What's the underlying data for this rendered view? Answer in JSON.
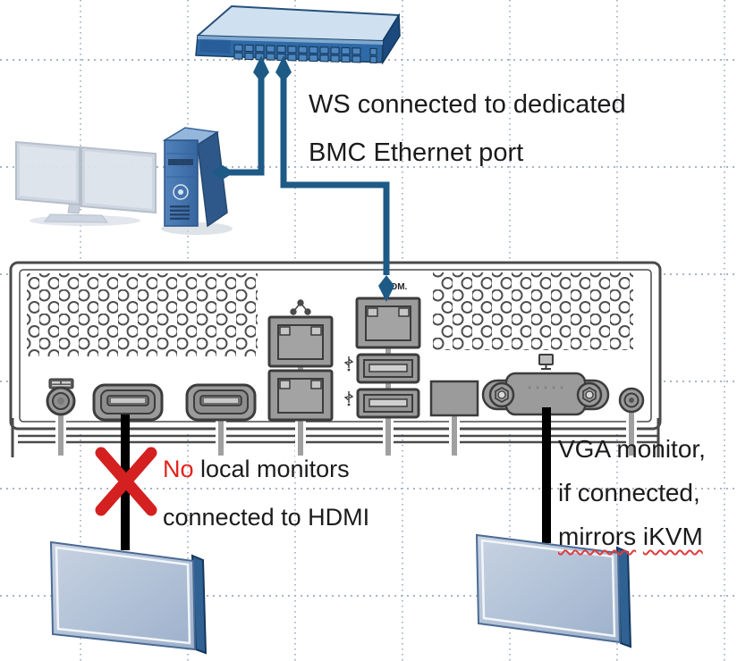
{
  "annotations": {
    "bmc_note": {
      "line1": "WS connected to dedicated",
      "line2": "BMC Ethernet port"
    },
    "hdmi_note": {
      "highlight": "No",
      "line1_rest": " local monitors",
      "line2": "connected to HDMI",
      "highlight_color": "#e32219"
    },
    "vga_note": {
      "line1": "VGA monitor,",
      "line2": "if connected,",
      "line3_word1": "mirrors",
      "line3_word2": "iKVM"
    }
  },
  "port_labels": {
    "bmc": "DM."
  },
  "icons": {
    "lan": "network-nodes-icon",
    "vga": "monitor-icon",
    "usb": "usb-ss-icon",
    "audio": "audio-label-icon",
    "prohibited": "red-x-icon",
    "cable_arrow": "diamond-arrow-icon"
  },
  "colors": {
    "cable_blue": "#1d5a86",
    "prohibition_red": "#d42020",
    "highlight_red": "#e32219",
    "port_gray": "#9b9b9b",
    "outline_gray": "#3c3c3c",
    "switch_blue": "#2e6aa7",
    "panel_blue": "#b7c5d9",
    "grid_dot": "#aeb9ca"
  }
}
